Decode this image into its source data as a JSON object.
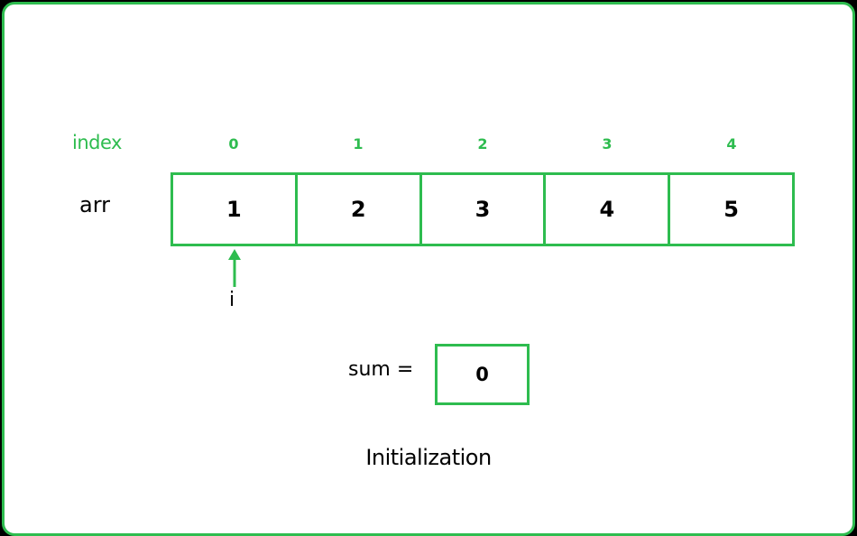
{
  "labels": {
    "index": "index",
    "arr": "arr",
    "pointer": "i",
    "sum": "sum =",
    "caption": "Initialization"
  },
  "indices": [
    "0",
    "1",
    "2",
    "3",
    "4"
  ],
  "array": [
    "1",
    "2",
    "3",
    "4",
    "5"
  ],
  "sum_value": "0",
  "pointer_index": 0,
  "colors": {
    "accent": "#2ebc4f",
    "background": "#000000",
    "panel": "#ffffff"
  }
}
